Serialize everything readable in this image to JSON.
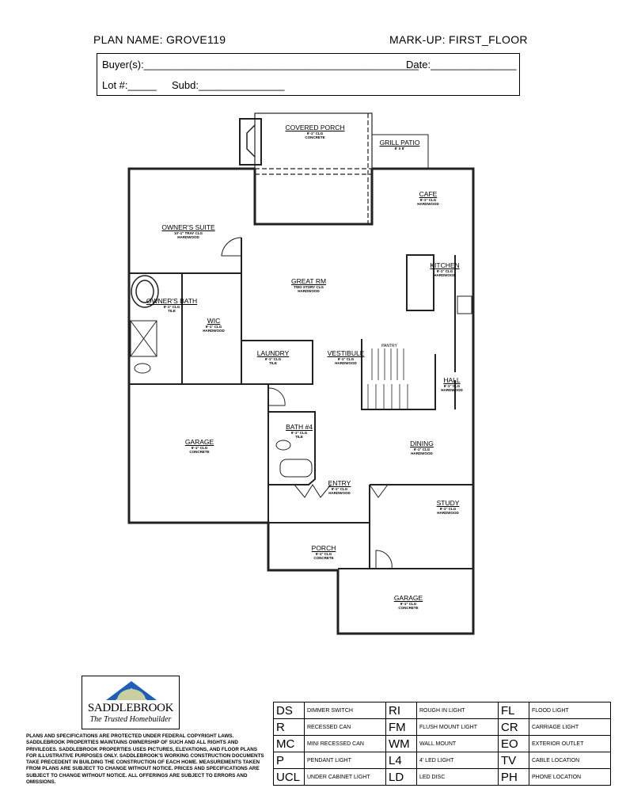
{
  "header": {
    "plan_name": "PLAN NAME:  GROVE119",
    "markup": "MARK-UP: FIRST_FLOOR"
  },
  "form": {
    "buyers": "Buyer(s):________________________________________________",
    "date": "Date:_______________",
    "lot": "Lot #:_____",
    "subd": "Subd:_______________"
  },
  "rooms": [
    {
      "name": "COVERED PORCH",
      "lines": [
        "9'-1\" CLG",
        "CONCRETE"
      ]
    },
    {
      "name": "GRILL PATIO",
      "lines": [
        "8' X 8'"
      ]
    },
    {
      "name": "CAFE",
      "lines": [
        "9'-1\" CLG",
        "HARDWOOD"
      ]
    },
    {
      "name": "OWNER'S SUITE",
      "lines": [
        "10'-1\" TRAY CLG",
        "HARDWOOD"
      ]
    },
    {
      "name": "GREAT RM",
      "lines": [
        "TWO STORY CLG",
        "HARDWOOD"
      ]
    },
    {
      "name": "KITCHEN",
      "lines": [
        "9'-1\" CLG",
        "HARDWOOD"
      ]
    },
    {
      "name": "OWNER'S BATH",
      "lines": [
        "9'-1\" CLG",
        "TILE"
      ]
    },
    {
      "name": "WIC",
      "lines": [
        "9'-1\" CLG",
        "HARDWOOD"
      ]
    },
    {
      "name": "LAUNDRY",
      "lines": [
        "9'-1\" CLG",
        "TILE"
      ]
    },
    {
      "name": "VESTIBULE",
      "lines": [
        "9'-1\" CLG",
        "HARDWOOD"
      ]
    },
    {
      "name": "PANTRY",
      "lines": []
    },
    {
      "name": "HALL",
      "lines": [
        "9'-1\" CLG",
        "HARDWOOD"
      ]
    },
    {
      "name": "GARAGE",
      "lines": [
        "9'-1\" CLG",
        "CONCRETE"
      ]
    },
    {
      "name": "BATH #4",
      "lines": [
        "9'-1\" CLG",
        "TILE"
      ]
    },
    {
      "name": "DINING",
      "lines": [
        "9'-1\" CLG",
        "HARDWOOD"
      ]
    },
    {
      "name": "ENTRY",
      "lines": [
        "9'-1\" CLG",
        "HARDWOOD"
      ]
    },
    {
      "name": "STUDY",
      "lines": [
        "9'-1\" CLG",
        "HARDWOOD"
      ]
    },
    {
      "name": "PORCH",
      "lines": [
        "9'-1\" CLG",
        "CONCRETE"
      ]
    },
    {
      "name": "GARAGE",
      "lines": [
        "9'-1\" CLG",
        "CONCRETE"
      ]
    }
  ],
  "logo": {
    "brand": "SADDLEBROOK",
    "tagline": "The Trusted Homebuilder",
    "colors": {
      "roof": "#1f5fb8",
      "sun": "#c9cfa0"
    }
  },
  "disclaimer": "PLANS AND SPECIFICATIONS ARE PROTECTED UNDER FEDERAL COPYRIGHT LAWS. SADDLEBROOK PROPERTIES MAINTAINS OWNERSHIP OF SUCH AND ALL RIGHTS AND PRIVILEGES. SADDLEBROOK PROPERTIES USES PICTURES, ELEVATIONS, AND FLOOR PLANS FOR ILLUSTRATIVE PURPOSES ONLY.  SADDLEBROOK'S WORKING CONSTRUCTION DOCUMENTS TAKE PRECEDENT IN BUILDING THE CONSTRUCTION OF EACH HOME.  MEASUREMENTS TAKEN FROM PLANS ARE SUBJECT TO CHANGE WITHOUT NOTICE.  PRICES AND SPECIFICATIONS ARE SUBJECT TO CHANGE WITHOUT NOTICE.  ALL OFFERINGS ARE SUBJECT TO ERRORS AND OMISSIONS.",
  "legend": [
    [
      [
        "DS",
        "DIMMER SWITCH"
      ],
      [
        "RI",
        "ROUGH IN LIGHT"
      ],
      [
        "FL",
        "FLOOD LIGHT"
      ]
    ],
    [
      [
        "R",
        "RECESSED CAN"
      ],
      [
        "FM",
        "FLUSH MOUNT LIGHT"
      ],
      [
        "CR",
        "CARRIAGE LIGHT"
      ]
    ],
    [
      [
        "MC",
        "MINI RECESSED CAN"
      ],
      [
        "WM",
        "WALL MOUNT"
      ],
      [
        "EO",
        "EXTERIOR OUTLET"
      ]
    ],
    [
      [
        "P",
        "PENDANT LIGHT"
      ],
      [
        "L4",
        "4' LED LIGHT"
      ],
      [
        "TV",
        "CABLE LOCATION"
      ]
    ],
    [
      [
        "UCL",
        "UNDER CABINET LIGHT"
      ],
      [
        "LD",
        "LED DISC"
      ],
      [
        "PH",
        "PHONE LOCATION"
      ]
    ]
  ]
}
